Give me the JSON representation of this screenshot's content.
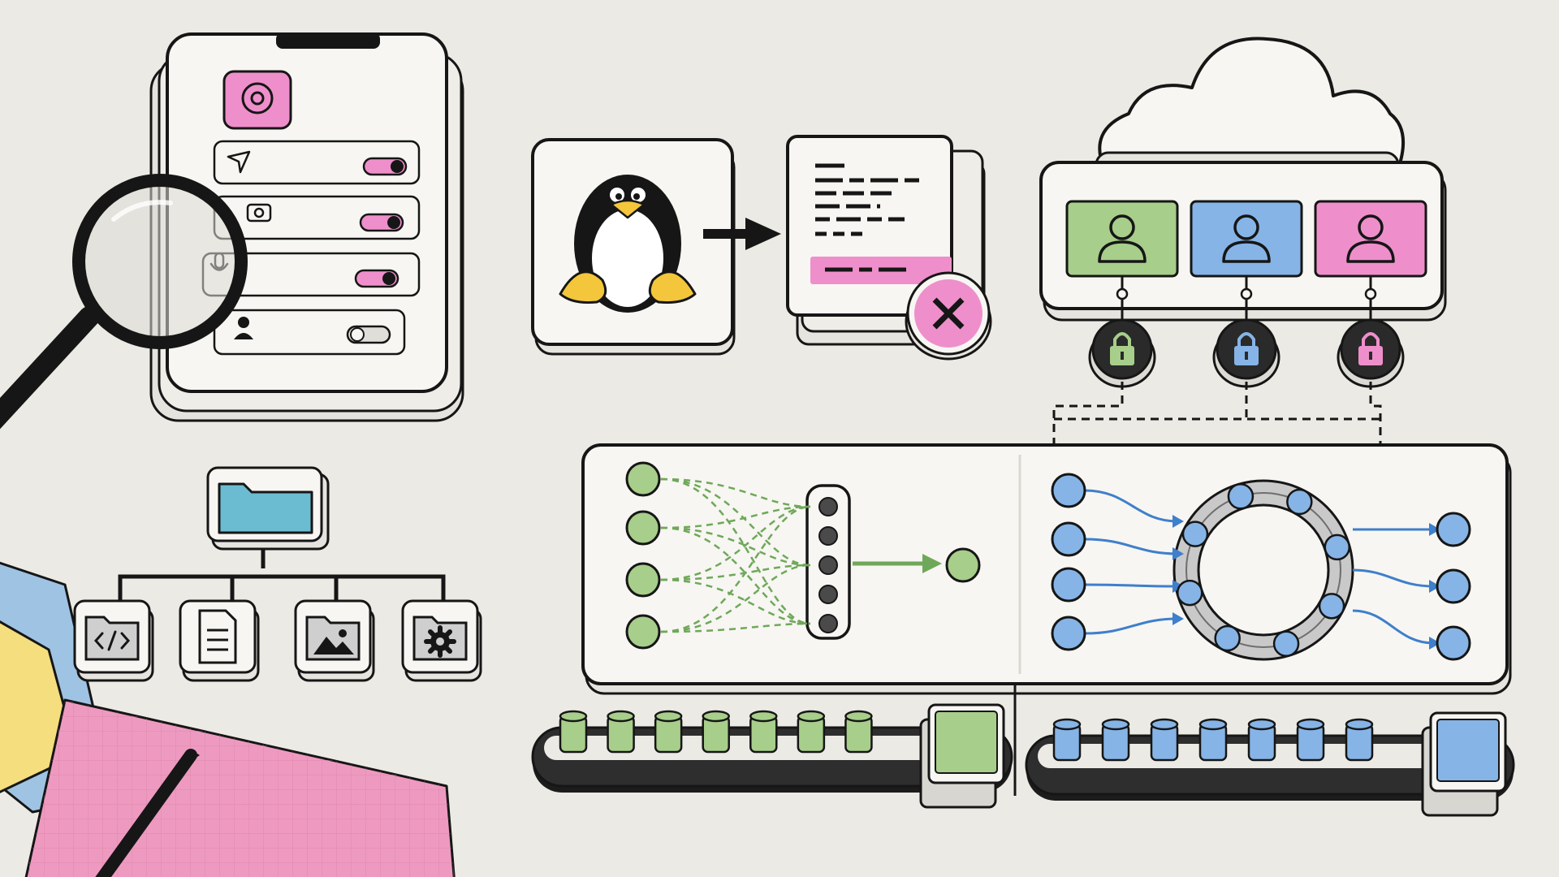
{
  "colors": {
    "background": "#ECEAE4",
    "paper": "#F7F6F2",
    "ink": "#161616",
    "pink": "#EE8FCB",
    "green": "#A7CE8A",
    "blue": "#86B4E6",
    "folder_teal": "#6BBCD0",
    "yellow": "#F4DE7E",
    "light_blue_paper": "#9FC3E3",
    "pink_pad": "#EE9AC0",
    "gray_ring": "#C9C9C9"
  },
  "phone": {
    "app_icon": "location-pin-icon",
    "permissions": [
      {
        "icon": "navigation-arrow-icon",
        "enabled": true
      },
      {
        "icon": "camera-icon",
        "enabled": true
      },
      {
        "icon": "microphone-icon",
        "enabled": true
      },
      {
        "icon": "person-icon",
        "enabled": false
      }
    ]
  },
  "linux_flow": {
    "source_icon": "linux-penguin-icon",
    "target_icon": "document-icon",
    "result_icon": "reject-x-icon"
  },
  "cloud_tenants": {
    "cloud_icon": "cloud-icon",
    "users": [
      {
        "icon": "user-icon",
        "color": "#A7CE8A",
        "lock": "lock-icon"
      },
      {
        "icon": "user-icon",
        "color": "#86B4E6",
        "lock": "lock-icon"
      },
      {
        "icon": "user-icon",
        "color": "#EE8FCB",
        "lock": "lock-icon"
      }
    ]
  },
  "file_tree": {
    "root_icon": "folder-icon",
    "children": [
      "code-folder-icon",
      "text-file-icon",
      "image-folder-icon",
      "settings-folder-icon"
    ]
  },
  "neural_panel": {
    "inputs": 4,
    "hidden_units": 5,
    "outputs": 1
  },
  "ring_panel": {
    "inputs": 4,
    "ring_nodes": 8,
    "outputs": 3
  },
  "queues": [
    {
      "color": "#A7CE8A",
      "items": 7
    },
    {
      "color": "#86B4E6",
      "items": 7
    }
  ],
  "desk_items": [
    "magnifying-glass-icon",
    "pen-icon",
    "sticky-notes",
    "grid-notepad"
  ]
}
